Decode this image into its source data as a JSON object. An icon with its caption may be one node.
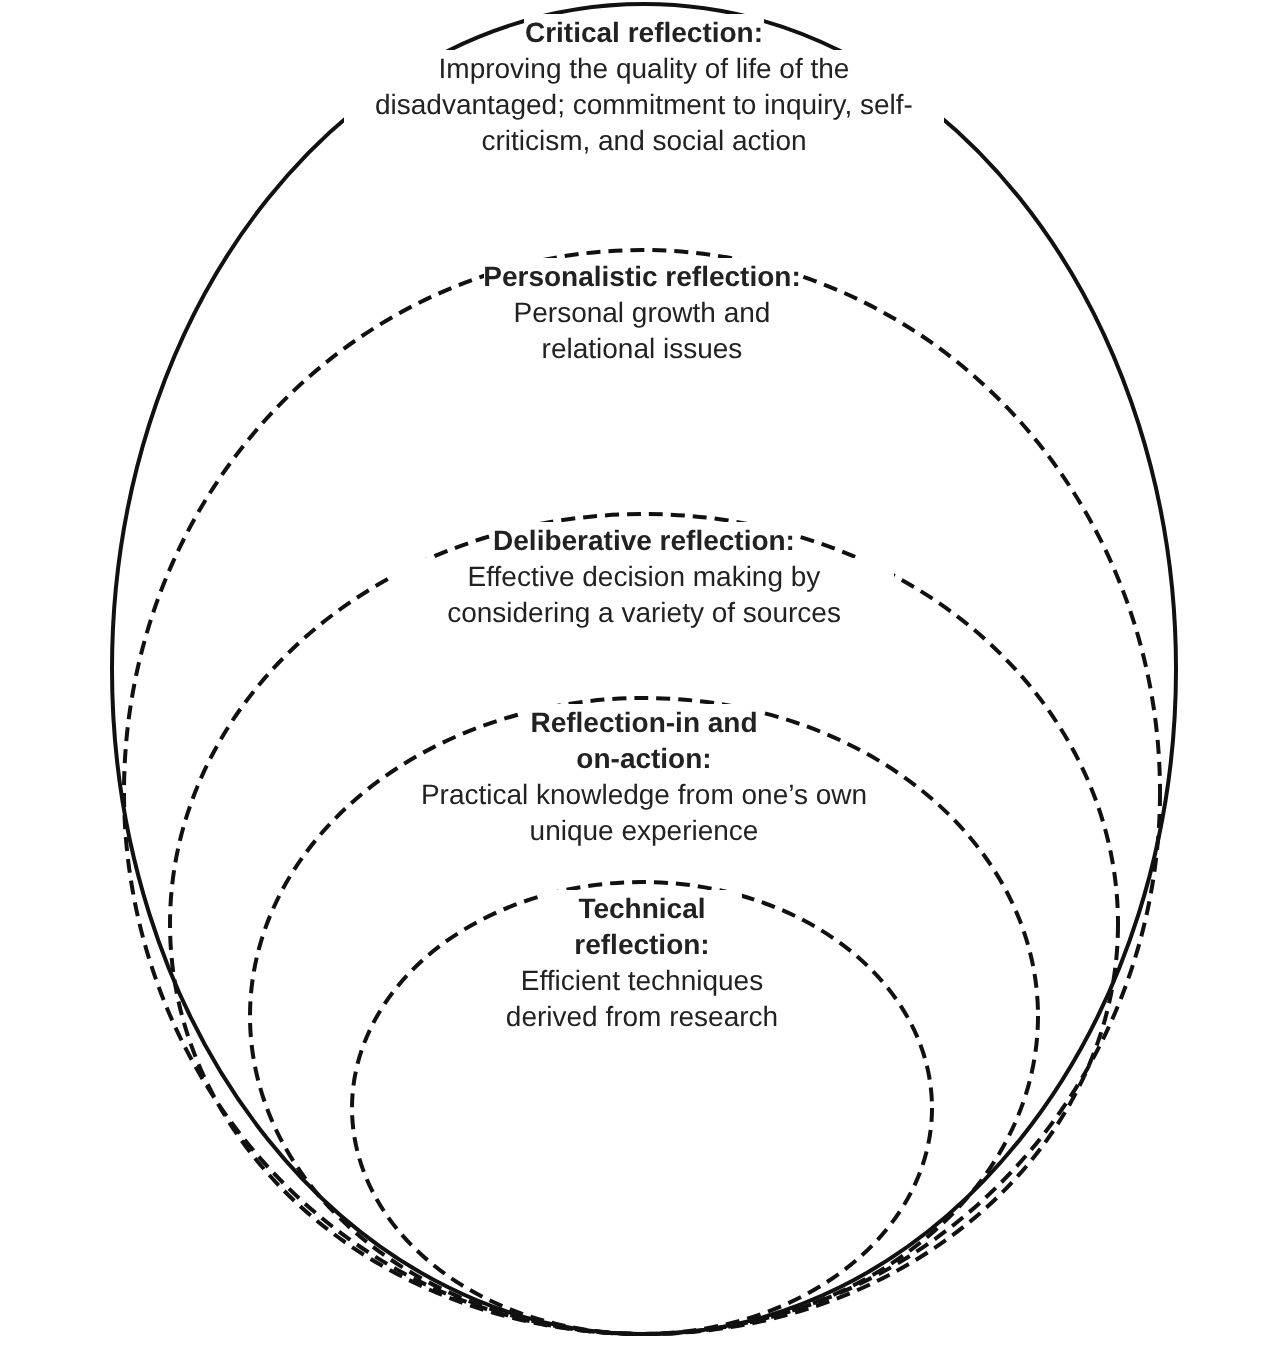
{
  "diagram": {
    "nodes": [
      {
        "text": [
          "Critical reflection:",
          "Improving the quality of life of the disadvantaged; commitment to inquiry, self-criticism, and social action"
        ]
      },
      {
        "text": [
          "Personalistic reflection:",
          "Personal growth and relational issues"
        ],
        "in": 0
      },
      {
        "text": [
          "Deliberative reflection:",
          "Effective decision making by considering a variety of sources"
        ],
        "in": 1
      },
      {
        "text": [
          "Reflection-in and on-action:",
          "Practical knowledge from one’s own unique experience"
        ],
        "in": 2
      },
      {
        "text": [
          "Technical reflection:",
          "Efficient techniques derived from research"
        ],
        "in": 3
      }
    ]
  }
}
